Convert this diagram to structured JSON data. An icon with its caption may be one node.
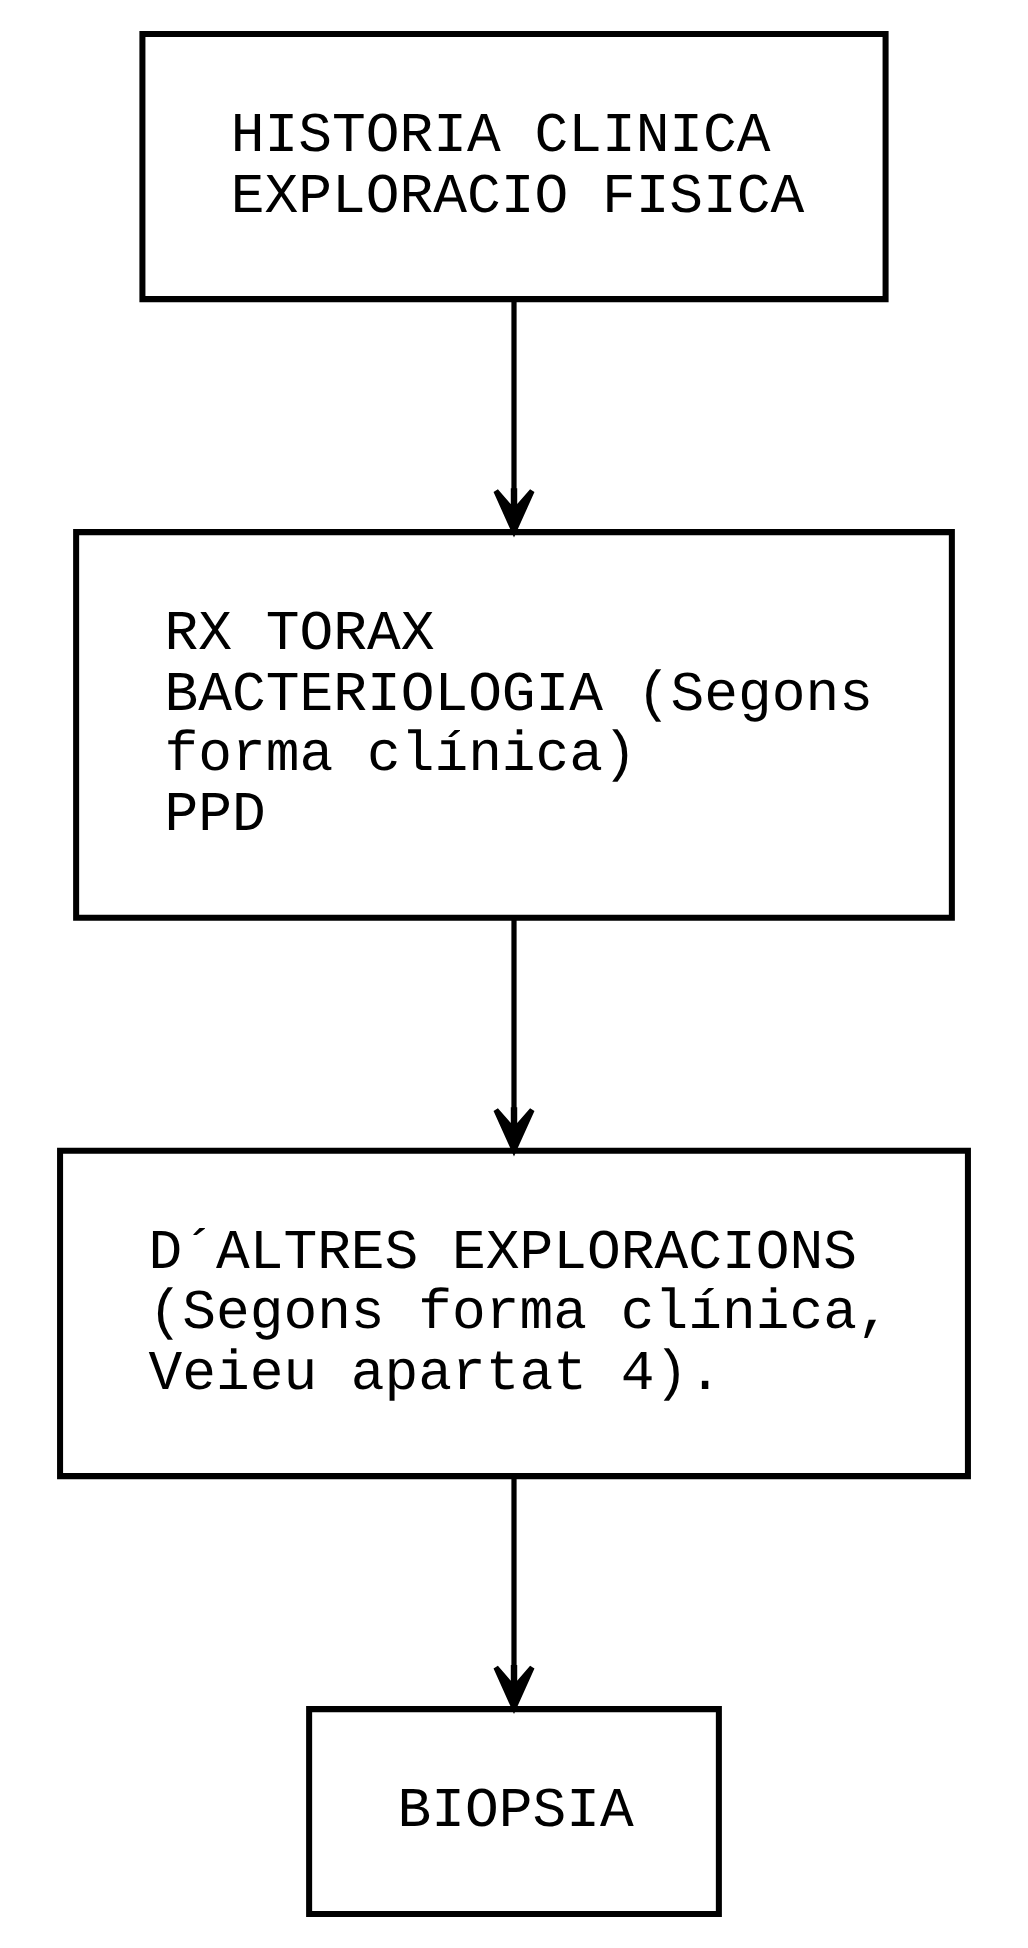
{
  "diagram": {
    "nodes": [
      {
        "text": [
          "HISTORIA CLINICA",
          "EXPLORACIO FISICA"
        ]
      },
      {
        "text": [
          "RX TORAX",
          "BACTERIOLOGIA (Segons forma clínica)",
          "PPD"
        ]
      },
      {
        "text": [
          "D´ALTRES EXPLORACIONS (Segons forma clínica, Veieu apartat 4)."
        ]
      },
      {
        "text": [
          "BIOPSIA"
        ]
      }
    ],
    "edges": [
      {
        "from": 0,
        "to": 1,
        "arrow": "to"
      },
      {
        "from": 1,
        "to": 2,
        "arrow": "to"
      },
      {
        "from": 2,
        "to": 3,
        "arrow": "to"
      }
    ]
  }
}
